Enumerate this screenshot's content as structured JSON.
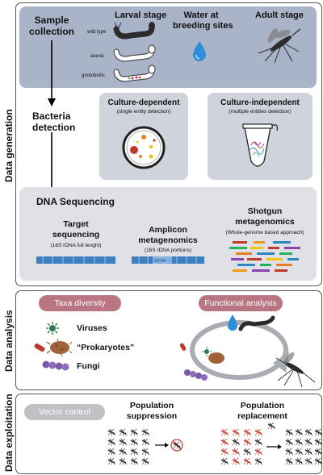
{
  "sections": {
    "generation": "Data generation",
    "analysis": "Data analysis",
    "exploitation": "Data exploitation"
  },
  "generation": {
    "sample_collection": [
      "Sample",
      "collection"
    ],
    "larval_stage": "Larval stage",
    "larval_types": [
      "wild type",
      "axenic",
      "gnotobiotic"
    ],
    "water_sites": [
      "Water at",
      "breeding sites"
    ],
    "adult_stage": "Adult stage",
    "bacteria_detection": [
      "Bacteria",
      "detection"
    ],
    "culture_dependent": {
      "title": "Culture-dependent",
      "subtitle": "(single entity detection)"
    },
    "culture_independent": {
      "title": "Culture-independent",
      "subtitle": "(multiple entities detection)"
    },
    "dna_sequencing": "DNA Sequencing",
    "target": {
      "title": [
        "Target",
        "sequencing"
      ],
      "subtitle": "(16S rDNA full lenght)"
    },
    "amplicon": {
      "title": [
        "Amplicon",
        "metagenomics"
      ],
      "subtitle": "(16S rDNA portions)"
    },
    "shotgun": {
      "title": [
        "Shotgun",
        "metagenomics"
      ],
      "subtitle": "(Whole-genome based approach)"
    }
  },
  "analysis": {
    "taxa_diversity": "Taxa diversity",
    "functional_analysis": "Functional analysis",
    "viruses": "Viruses",
    "prokaryotes": "“Prokaryotes”",
    "fungi": "Fungi"
  },
  "exploitation": {
    "vector_control": "Vector control",
    "population_suppression": [
      "Population",
      "suppression"
    ],
    "population_replacement": [
      "Population",
      "replacement"
    ]
  },
  "colors": {
    "panel_blue": "#aab4c8",
    "panel_grey": "#dfe1e6",
    "card_grey": "#cfd3dc",
    "pill_rose": "#b97582",
    "pill_grey": "#bfc1c5",
    "dna_blue": "#3f7fbf",
    "water_blue": "#2e8ed8",
    "bacteria_brown": "#a0623a",
    "virus_green": "#2e7d4f",
    "fungi_purple": "#7b5aa6",
    "mosquito_red": "#c0392b"
  }
}
